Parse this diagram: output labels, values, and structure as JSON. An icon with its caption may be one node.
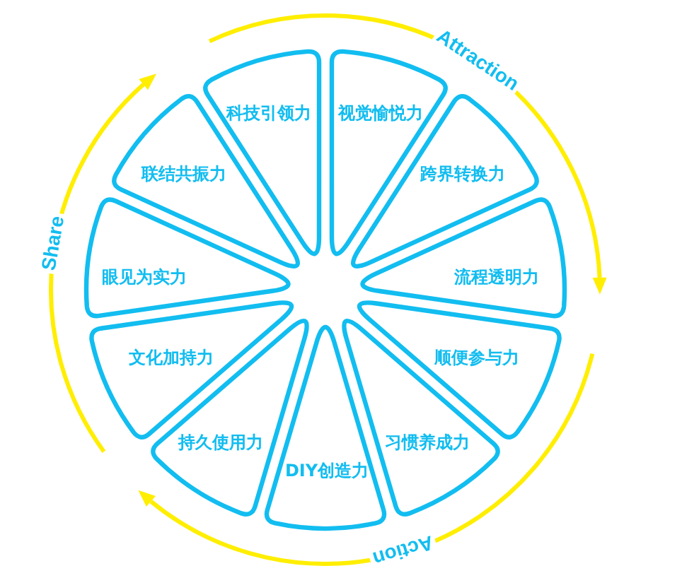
{
  "diagram": {
    "nodes": [
      {
        "text": [
          "科技引领力"
        ]
      },
      {
        "text": [
          "视觉愉悦力"
        ]
      },
      {
        "text": [
          "跨界转换力"
        ]
      },
      {
        "text": [
          "流程透明力"
        ]
      },
      {
        "text": [
          "顺便参与力"
        ]
      },
      {
        "text": [
          "习惯养成力"
        ]
      },
      {
        "text": [
          "DIY创造力"
        ]
      },
      {
        "text": [
          "持久使用力"
        ]
      },
      {
        "text": [
          "文化加持力"
        ]
      },
      {
        "text": [
          "眼见为实力"
        ]
      },
      {
        "text": [
          "联结共振力"
        ]
      }
    ],
    "labels": [
      "Attraction",
      "Share",
      "Action"
    ]
  }
}
